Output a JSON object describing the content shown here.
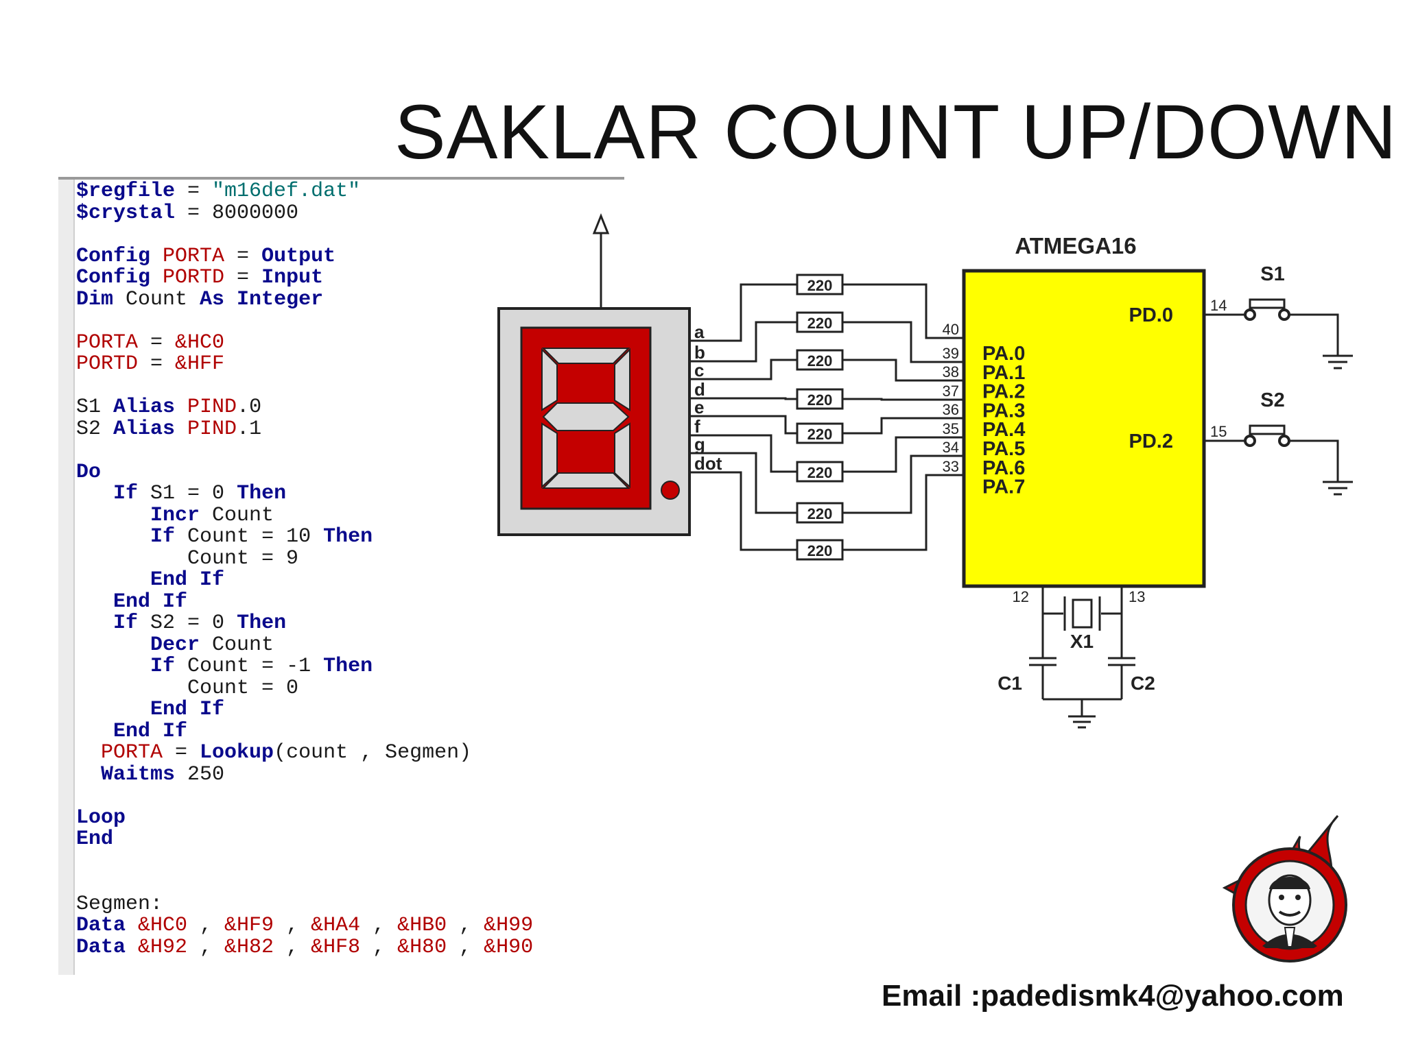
{
  "title": "SAKLAR COUNT UP/DOWN",
  "email": "Email :padedismk4@yahoo.com",
  "code": {
    "lines": [
      [
        {
          "t": "$regfile",
          "c": "kw"
        },
        {
          "t": " = ",
          "c": "plain"
        },
        {
          "t": "\"m16def.dat\"",
          "c": "str"
        }
      ],
      [
        {
          "t": "$crystal",
          "c": "kw"
        },
        {
          "t": " = 8000000",
          "c": "plain"
        }
      ],
      [],
      [
        {
          "t": "Config ",
          "c": "kw"
        },
        {
          "t": "PORTA",
          "c": "reg"
        },
        {
          "t": " = ",
          "c": "plain"
        },
        {
          "t": "Output",
          "c": "kw"
        }
      ],
      [
        {
          "t": "Config ",
          "c": "kw"
        },
        {
          "t": "PORTD",
          "c": "reg"
        },
        {
          "t": " = ",
          "c": "plain"
        },
        {
          "t": "Input",
          "c": "kw"
        }
      ],
      [
        {
          "t": "Dim ",
          "c": "kw"
        },
        {
          "t": "Count ",
          "c": "plain"
        },
        {
          "t": "As Integer",
          "c": "kw"
        }
      ],
      [],
      [
        {
          "t": "PORTA",
          "c": "reg"
        },
        {
          "t": " = ",
          "c": "plain"
        },
        {
          "t": "&HC0",
          "c": "hex"
        }
      ],
      [
        {
          "t": "PORTD",
          "c": "reg"
        },
        {
          "t": " = ",
          "c": "plain"
        },
        {
          "t": "&HFF",
          "c": "hex"
        }
      ],
      [],
      [
        {
          "t": "S1 ",
          "c": "plain"
        },
        {
          "t": "Alias ",
          "c": "kw"
        },
        {
          "t": "PIND",
          "c": "reg"
        },
        {
          "t": ".0",
          "c": "plain"
        }
      ],
      [
        {
          "t": "S2 ",
          "c": "plain"
        },
        {
          "t": "Alias ",
          "c": "kw"
        },
        {
          "t": "PIND",
          "c": "reg"
        },
        {
          "t": ".1",
          "c": "plain"
        }
      ],
      [],
      [
        {
          "t": "Do",
          "c": "kw"
        }
      ],
      [
        {
          "t": "   ",
          "c": "plain"
        },
        {
          "t": "If ",
          "c": "kw"
        },
        {
          "t": "S1 = 0 ",
          "c": "plain"
        },
        {
          "t": "Then",
          "c": "kw"
        }
      ],
      [
        {
          "t": "      ",
          "c": "plain"
        },
        {
          "t": "Incr ",
          "c": "kw"
        },
        {
          "t": "Count",
          "c": "plain"
        }
      ],
      [
        {
          "t": "      ",
          "c": "plain"
        },
        {
          "t": "If ",
          "c": "kw"
        },
        {
          "t": "Count = 10 ",
          "c": "plain"
        },
        {
          "t": "Then",
          "c": "kw"
        }
      ],
      [
        {
          "t": "         Count = 9",
          "c": "plain"
        }
      ],
      [
        {
          "t": "      ",
          "c": "plain"
        },
        {
          "t": "End If",
          "c": "kw"
        }
      ],
      [
        {
          "t": "   ",
          "c": "plain"
        },
        {
          "t": "End If",
          "c": "kw"
        }
      ],
      [
        {
          "t": "   ",
          "c": "plain"
        },
        {
          "t": "If ",
          "c": "kw"
        },
        {
          "t": "S2 = 0 ",
          "c": "plain"
        },
        {
          "t": "Then",
          "c": "kw"
        }
      ],
      [
        {
          "t": "      ",
          "c": "plain"
        },
        {
          "t": "Decr ",
          "c": "kw"
        },
        {
          "t": "Count",
          "c": "plain"
        }
      ],
      [
        {
          "t": "      ",
          "c": "plain"
        },
        {
          "t": "If ",
          "c": "kw"
        },
        {
          "t": "Count = -1 ",
          "c": "plain"
        },
        {
          "t": "Then",
          "c": "kw"
        }
      ],
      [
        {
          "t": "         Count = 0",
          "c": "plain"
        }
      ],
      [
        {
          "t": "      ",
          "c": "plain"
        },
        {
          "t": "End If",
          "c": "kw"
        }
      ],
      [
        {
          "t": "   ",
          "c": "plain"
        },
        {
          "t": "End If",
          "c": "kw"
        }
      ],
      [
        {
          "t": "  ",
          "c": "plain"
        },
        {
          "t": "PORTA",
          "c": "reg"
        },
        {
          "t": " = ",
          "c": "plain"
        },
        {
          "t": "Lookup",
          "c": "kw"
        },
        {
          "t": "(count , Segmen)",
          "c": "plain"
        }
      ],
      [
        {
          "t": "  ",
          "c": "plain"
        },
        {
          "t": "Waitms ",
          "c": "kw"
        },
        {
          "t": "250",
          "c": "plain"
        }
      ],
      [],
      [
        {
          "t": "Loop",
          "c": "kw"
        }
      ],
      [
        {
          "t": "End",
          "c": "kw"
        }
      ],
      [],
      [],
      [
        {
          "t": "Segmen:",
          "c": "plain"
        }
      ],
      [
        {
          "t": "Data ",
          "c": "kw"
        },
        {
          "t": "&HC0",
          "c": "hex"
        },
        {
          "t": " , ",
          "c": "plain"
        },
        {
          "t": "&HF9",
          "c": "hex"
        },
        {
          "t": " , ",
          "c": "plain"
        },
        {
          "t": "&HA4",
          "c": "hex"
        },
        {
          "t": " , ",
          "c": "plain"
        },
        {
          "t": "&HB0",
          "c": "hex"
        },
        {
          "t": " , ",
          "c": "plain"
        },
        {
          "t": "&H99",
          "c": "hex"
        }
      ],
      [
        {
          "t": "Data ",
          "c": "kw"
        },
        {
          "t": "&H92",
          "c": "hex"
        },
        {
          "t": " , ",
          "c": "plain"
        },
        {
          "t": "&H82",
          "c": "hex"
        },
        {
          "t": " , ",
          "c": "plain"
        },
        {
          "t": "&HF8",
          "c": "hex"
        },
        {
          "t": " , ",
          "c": "plain"
        },
        {
          "t": "&H80",
          "c": "hex"
        },
        {
          "t": " , ",
          "c": "plain"
        },
        {
          "t": "&H90",
          "c": "hex"
        }
      ]
    ]
  },
  "circuit": {
    "chip_name": "ATMEGA16",
    "segment_labels": [
      "a",
      "b",
      "c",
      "d",
      "e",
      "f",
      "g",
      "dot"
    ],
    "resistors": [
      "220",
      "220",
      "220",
      "220",
      "220",
      "220",
      "220",
      "220"
    ],
    "chip_pin_numbers": [
      "40",
      "39",
      "38",
      "37",
      "36",
      "35",
      "34",
      "33"
    ],
    "port_a_pins": [
      "PA.0",
      "PA.1",
      "PA.2",
      "PA.3",
      "PA.4",
      "PA.5",
      "PA.6",
      "PA.7"
    ],
    "switches": [
      {
        "name": "S1",
        "pin": "PD.0",
        "pin_number": "14"
      },
      {
        "name": "S2",
        "pin": "PD.2",
        "pin_number": "15"
      }
    ],
    "crystal": {
      "name": "X1",
      "pin_left": "12",
      "pin_right": "13"
    },
    "capacitors": [
      "C1",
      "C2"
    ]
  },
  "colors": {
    "chip_fill": "#ffff00",
    "segment_on": "#c40000",
    "display_bg": "#d8d8d8",
    "code_keyword": "#0a0a8c",
    "code_register": "#b00000",
    "code_string": "#006e6e"
  }
}
